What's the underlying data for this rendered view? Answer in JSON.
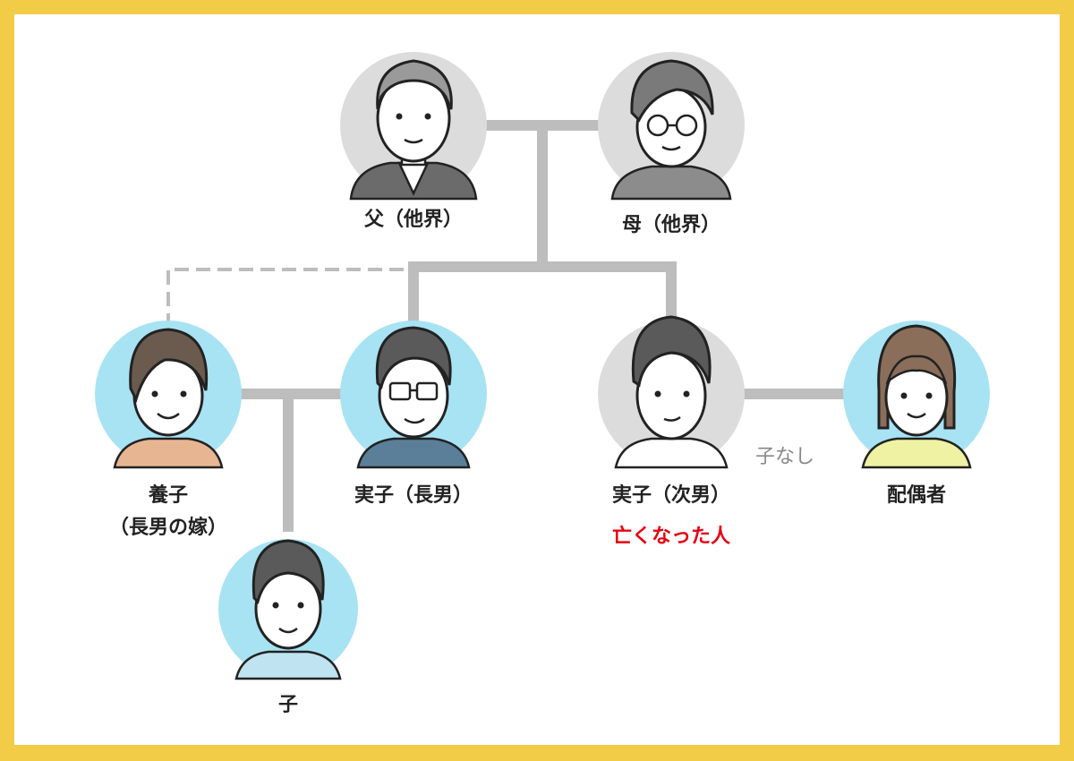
{
  "colors": {
    "border": "#f2cb47",
    "connector": "#bdbdbd",
    "living_circle": "#a8e3f3",
    "deceased_circle": "#dcdcdc",
    "highlight_text": "#e60012"
  },
  "people": {
    "father": {
      "label": "父（他界）",
      "status": "deceased"
    },
    "mother": {
      "label": "母（他界）",
      "status": "deceased"
    },
    "adopted_child": {
      "label_line1": "養子",
      "label_line2": "（長男の嫁）",
      "status": "living"
    },
    "eldest_son": {
      "label": "実子（長男）",
      "status": "living"
    },
    "second_son": {
      "label": "実子（次男）",
      "note": "亡くなった人",
      "status": "deceased"
    },
    "spouse": {
      "label": "配偶者",
      "status": "living"
    },
    "grandchild": {
      "label": "子",
      "status": "living"
    }
  },
  "no_children_label": "子なし"
}
